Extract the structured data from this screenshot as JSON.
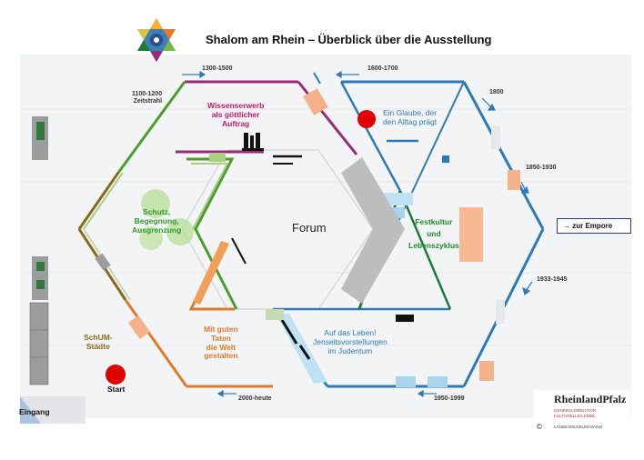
{
  "title": "Shalom am Rhein – Überblick über die Ausstellung",
  "eras": {
    "e1100": "1100-1200",
    "zeitstrahl": "Zeitstrahl",
    "e1300": "1300-1500",
    "e1600": "1600-1700",
    "e1800": "1800",
    "e1850": "1850-1930",
    "e1933": "1933-1945",
    "e1950": "1950-1999",
    "e2000": "2000-heute"
  },
  "themes": {
    "wissen": [
      "Wissenserwerb",
      "als göttlicher",
      "Auftrag"
    ],
    "schutz": [
      "Schutz,",
      "Begegnung,",
      "Ausgrenzung"
    ],
    "taten": [
      "Mit guten",
      "Taten",
      "die Welt",
      "gestalten"
    ],
    "schum": [
      "SchUM-",
      "Städte"
    ],
    "glaube": [
      "Ein Glaube, der",
      "den Alltag prägt"
    ],
    "fest": [
      "Festkultur",
      "und",
      "Lebenszyklus"
    ],
    "leben": [
      "Auf das Leben!",
      "Jenseitsvorstellungen",
      "im Judentum"
    ],
    "forum": "Forum",
    "start": "Start"
  },
  "empore_button": "→ zur Empore",
  "eingang": "Eingang",
  "logo": {
    "name": "RheinlandPfalz",
    "line1": "GENERALDIREKTION",
    "line2": "KULTURELLES ERBE",
    "line3": "LANDESMUSEUM MAINZ",
    "copyright": "©"
  },
  "colors": {
    "purple": "#9b2a74",
    "green": "#4b9e2c",
    "olive": "#8a6a1a",
    "orange": "#e07a2a",
    "blue": "#2e7ab8",
    "darkgreen": "#1f7a3a",
    "red": "#e00000",
    "forum_arrow": "#bdbdbd"
  }
}
